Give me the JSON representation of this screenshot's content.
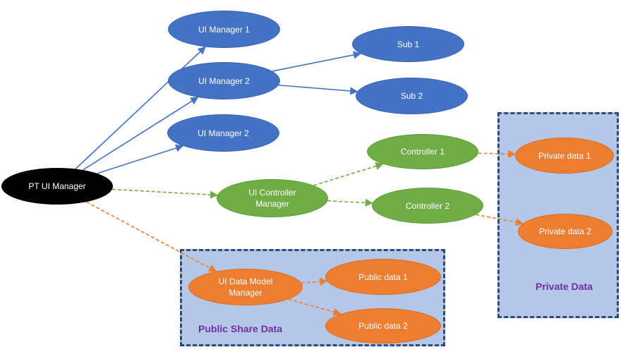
{
  "colors": {
    "blue": "#4472c4",
    "green": "#70ad47",
    "orange": "#ed7d31",
    "black": "#000000",
    "region_fill": "#b4c7e7",
    "region_border": "#2f4a7a",
    "region_label": "#7030a0"
  },
  "regions": {
    "public": {
      "label": "Public Share Data"
    },
    "private": {
      "label": "Private Data"
    }
  },
  "nodes": {
    "root": "PT UI Manager",
    "ui_manager_1": "UI Manager 1",
    "ui_manager_2a": "UI Manager 2",
    "ui_manager_2b": "UI  Manager 2",
    "sub_1": "Sub 1",
    "sub_2": "Sub 2",
    "ui_controller_manager": "UI Controller\nManager",
    "controller_1": "Controller  1",
    "controller_2": "Controller  2",
    "private_data_1": "Private data 1",
    "private_data_2": "Private data 2",
    "ui_data_model_manager": "UI Data Model\nManager",
    "public_data_1": "Public data 1",
    "public_data_2": "Public data 2"
  },
  "edges": [
    {
      "from": "root",
      "to": "ui_manager_1",
      "style": "solid",
      "color": "blue"
    },
    {
      "from": "root",
      "to": "ui_manager_2a",
      "style": "solid",
      "color": "blue"
    },
    {
      "from": "root",
      "to": "ui_manager_2b",
      "style": "solid",
      "color": "blue"
    },
    {
      "from": "ui_manager_2a",
      "to": "sub_1",
      "style": "solid",
      "color": "blue"
    },
    {
      "from": "ui_manager_2a",
      "to": "sub_2",
      "style": "solid",
      "color": "blue"
    },
    {
      "from": "root",
      "to": "ui_controller_manager",
      "style": "dashed",
      "color": "green"
    },
    {
      "from": "ui_controller_manager",
      "to": "controller_1",
      "style": "dashed",
      "color": "green"
    },
    {
      "from": "ui_controller_manager",
      "to": "controller_2",
      "style": "dashed",
      "color": "green"
    },
    {
      "from": "controller_1",
      "to": "private_data_1",
      "style": "dashed",
      "color": "orange"
    },
    {
      "from": "controller_2",
      "to": "private_data_2",
      "style": "dashed",
      "color": "orange"
    },
    {
      "from": "root",
      "to": "ui_data_model_manager",
      "style": "dashed",
      "color": "orange"
    },
    {
      "from": "ui_data_model_manager",
      "to": "public_data_1",
      "style": "dashed",
      "color": "orange"
    },
    {
      "from": "ui_data_model_manager",
      "to": "public_data_2",
      "style": "dashed",
      "color": "orange"
    }
  ]
}
